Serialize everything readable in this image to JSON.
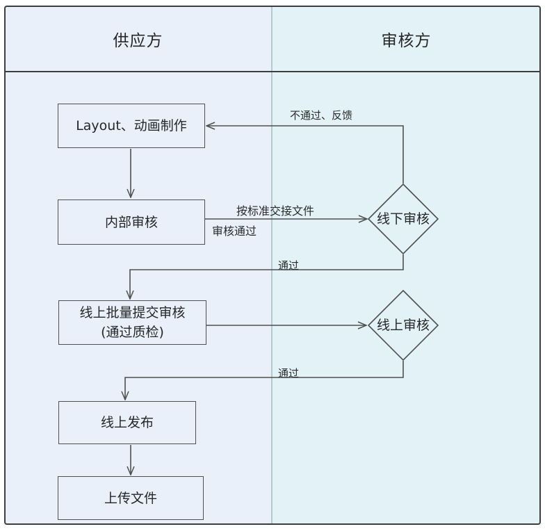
{
  "diagram": {
    "lanes": [
      {
        "id": "supplier",
        "label": "供应方"
      },
      {
        "id": "reviewer",
        "label": "审核方"
      }
    ],
    "nodes": {
      "layout_production": {
        "type": "process",
        "label": "Layout、动画制作"
      },
      "internal_review": {
        "type": "process",
        "label": "内部审核"
      },
      "batch_submit": {
        "type": "process",
        "label_line1": "线上批量提交审核",
        "label_line2": "(通过质检)"
      },
      "online_publish": {
        "type": "process",
        "label": "线上发布"
      },
      "upload_files": {
        "type": "process",
        "label": "上传文件"
      },
      "offline_review": {
        "type": "decision",
        "label": "线下审核"
      },
      "online_review": {
        "type": "decision",
        "label": "线上审核"
      }
    },
    "edge_labels": {
      "reject_feedback": "不通过、反馈",
      "handover_standard": "按标准交接文件",
      "review_passed": "审核通过",
      "pass_offline": "通过",
      "pass_online": "通过"
    },
    "colors": {
      "lane_left_bg": "#e9f0f9",
      "lane_right_bg": "#e3f2f6",
      "frame_border": "#3d3d3d",
      "lane_divider": "#b7c7cf",
      "shape_stroke": "#4f4f4f",
      "text": "#262626"
    }
  }
}
